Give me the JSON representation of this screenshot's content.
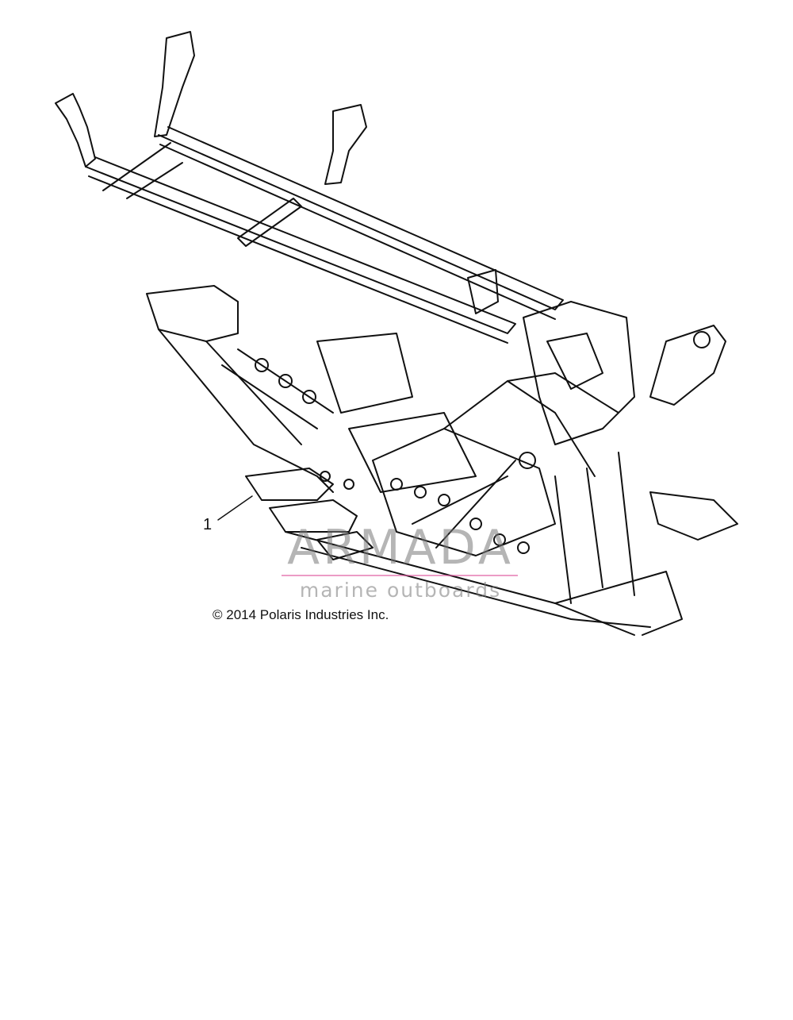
{
  "diagram": {
    "callout": "1",
    "copyright": "© 2014 Polaris Industries Inc."
  },
  "watermark": {
    "title": "ARMADA",
    "subtitle": "marine outboards",
    "accent_color": "#e05aa0"
  },
  "colors": {
    "line": "#111111",
    "background": "#ffffff"
  }
}
